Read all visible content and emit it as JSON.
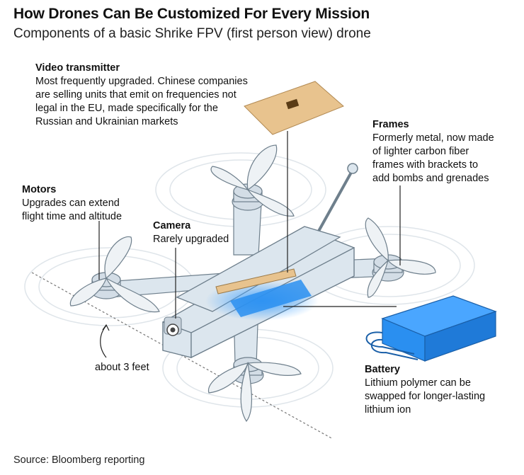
{
  "header": {
    "title": "How Drones Can Be Customized For Every Mission",
    "subtitle": "Components of a basic Shrike FPV (first person view) drone"
  },
  "labels": {
    "video_transmitter": {
      "heading": "Video transmitter",
      "lines": [
        "Most frequently upgraded. Chinese companies",
        "are selling units that emit on frequencies not",
        "legal in the EU, made specifically for the",
        "Russian and Ukrainian markets"
      ]
    },
    "frames": {
      "heading": "Frames",
      "lines": [
        "Formerly metal, now made",
        "of lighter carbon fiber",
        "frames with brackets to",
        "add bombs and grenades"
      ]
    },
    "motors": {
      "heading": "Motors",
      "lines": [
        "Upgrades can extend",
        "flight time and altitude"
      ]
    },
    "camera": {
      "heading": "Camera",
      "lines": [
        "Rarely upgraded"
      ]
    },
    "battery": {
      "heading": "Battery",
      "lines": [
        "Lithium polymer can be",
        "swapped for longer-lasting",
        "lithium ion"
      ]
    }
  },
  "measurement": "about 3 feet",
  "source": "Source: Bloomberg reporting",
  "colors": {
    "frame_fill": "#dce6ee",
    "frame_stroke": "#6e7f8c",
    "pcb": "#e8c38e",
    "battery": "#2a8ff0",
    "glow": "#3fa1ff",
    "leader": "#222222"
  }
}
